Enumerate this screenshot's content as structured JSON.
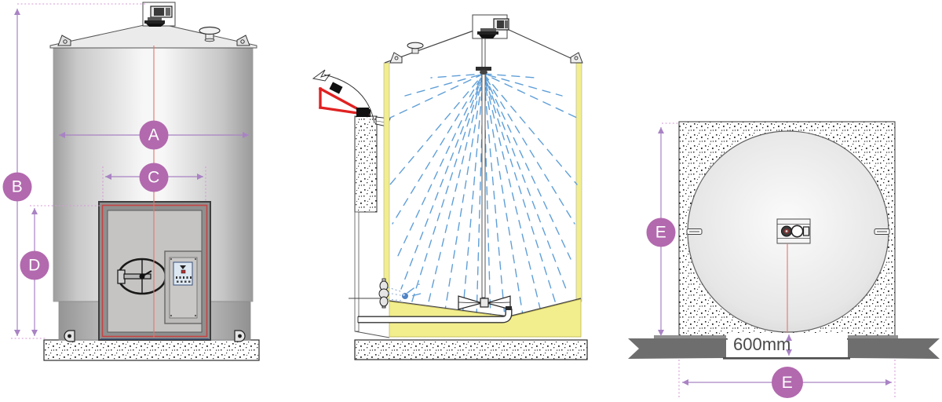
{
  "dimension_labels": {
    "a": "A",
    "b": "B",
    "c": "C",
    "d": "D",
    "e_height": "E",
    "e_width": "E"
  },
  "annotations": {
    "ground_clearance": "600mm"
  },
  "colors": {
    "accent": "#b269ae",
    "dim-line": "#a983c4",
    "dim-dotted": "#d49ad4",
    "centerline": "#e4756e",
    "spray": "#5f9fd8",
    "insulation": "#f2ee8e",
    "band": "#6e6e6e",
    "bracket-red": "#e02121"
  }
}
